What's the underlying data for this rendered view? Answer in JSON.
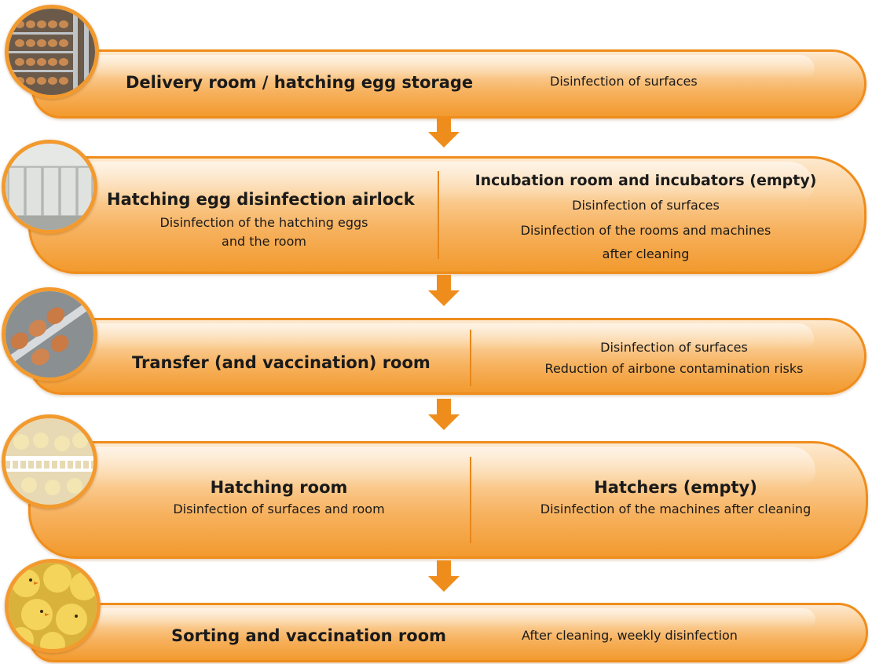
{
  "stages": [
    {
      "title": "Delivery room / hatching egg storage",
      "detail": "Disinfection of surfaces"
    },
    {
      "left_title": "Hatching egg disinfection airlock",
      "left_lines": [
        "Disinfection of the hatching eggs",
        "and the room"
      ],
      "right_title": "Incubation room and incubators (empty)",
      "right_lines": [
        "Disinfection of surfaces",
        "Disinfection of the rooms and machines",
        "after cleaning"
      ]
    },
    {
      "title": "Transfer (and vaccination) room",
      "detail_lines": [
        "Disinfection of surfaces",
        "Reduction of airbone contamination risks"
      ]
    },
    {
      "left_title": "Hatching room",
      "left_line": "Disinfection of surfaces and room",
      "right_title": "Hatchers (empty)",
      "right_line": "Disinfection of the machines after cleaning"
    },
    {
      "title": "Sorting and vaccination room",
      "detail": "After cleaning, weekly disinfection"
    }
  ],
  "photos": [
    "egg-trays-photo",
    "incubator-room-photo",
    "egg-transfer-photo",
    "hatcher-basket-photo",
    "chicks-photo"
  ],
  "colors": {
    "band_light": "#fde9cf",
    "band_dark": "#f29a2e",
    "accent": "#ef8d1c"
  }
}
